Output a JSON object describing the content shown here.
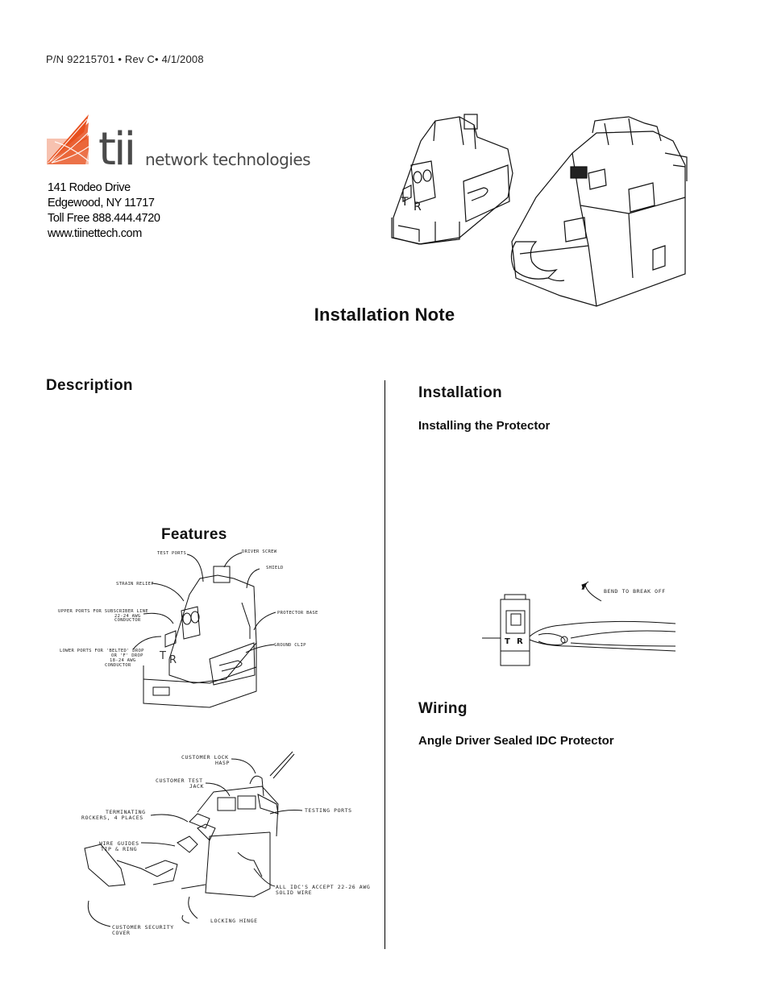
{
  "header": {
    "part_number": "P/N 92215701 • Rev C• 4/1/2008"
  },
  "logo": {
    "mark": "tii",
    "wordmark": "network technologies",
    "accent_color": "#e8501e"
  },
  "address": {
    "street": "141 Rodeo Drive",
    "city": "Edgewood, NY 11717",
    "phone": "Toll Free 888.444.4720",
    "web": "www.tiinettech.com"
  },
  "title": "Installation Note",
  "left": {
    "description_heading": "Description",
    "features_heading": "Features",
    "diagram1_labels": {
      "test_ports": "TEST PORTS",
      "driver_screw": "DRIVER SCREW",
      "shield": "SHIELD",
      "strain_relief": "STRAIN RELIEF",
      "upper_ports_1": "UPPER PORTS FOR SUBSCRIBER LINE",
      "upper_ports_2": "22-24 AWG",
      "upper_ports_3": "CONDUCTOR",
      "protector_base": "PROTECTOR BASE",
      "ground_clip": "GROUND CLIP",
      "lower_ports_1": "LOWER PORTS FOR 'BELTED' DROP",
      "lower_ports_2": "OR 'F' DROP",
      "lower_ports_3": "18-24 AWG",
      "lower_ports_4": "CONDUCTOR",
      "lower_ports_5": "",
      "lower_ports_6": ""
    },
    "diagram2_labels": {
      "lock_1": "CUSTOMER LOCK",
      "lock_2": "HASP",
      "jack_1": "CUSTOMER TEST",
      "jack_2": "JACK",
      "testing_ports": "TESTING PORTS",
      "rockers_1": "TERMINATING",
      "rockers_2": "ROCKERS, 4 PLACES",
      "guides_1": "WIRE GUIDES",
      "guides_2": "TIP & RING",
      "idc_1": "ALL IDC'S ACCEPT 22-26 AWG",
      "idc_2": "SOLID WIRE",
      "hinge": "LOCKING HINGE",
      "cover_1": "CUSTOMER SECURITY",
      "cover_2": "COVER"
    }
  },
  "right": {
    "installation_heading": "Installation",
    "installing_subheading": "Installing the Protector",
    "bend_label": "BEND TO BREAK OFF",
    "wiring_heading": "Wiring",
    "wiring_subheading": "Angle Driver Sealed IDC Protector"
  }
}
